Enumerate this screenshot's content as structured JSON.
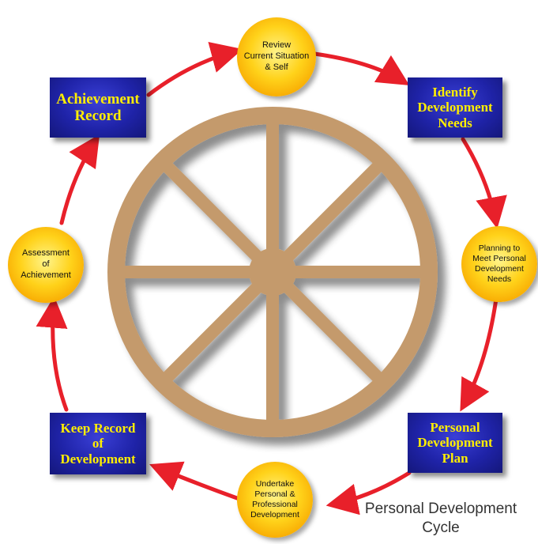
{
  "nodes": {
    "review": "Review\nCurrent Situation\n& Self",
    "identify": "Identify\nDevelopment\nNeeds",
    "planning": "Planning to\nMeet Personal\nDevelopment\nNeeds",
    "plan": "Personal\nDevelopment\nPlan",
    "undertake": "Undertake\nPersonal &\nProfessional\nDevelopment",
    "keep_record": "Keep Record\nof\nDevelopment",
    "assessment": "Assessment\nof\nAchievement",
    "achievement_record": "Achievement\nRecord"
  },
  "caption": "Personal Development\nCycle",
  "colors": {
    "arrow": "#e8202a",
    "wheel": "#c49a6c",
    "box": "#1f23a8",
    "box_text": "#ffee00",
    "circle": "#ffc414"
  }
}
